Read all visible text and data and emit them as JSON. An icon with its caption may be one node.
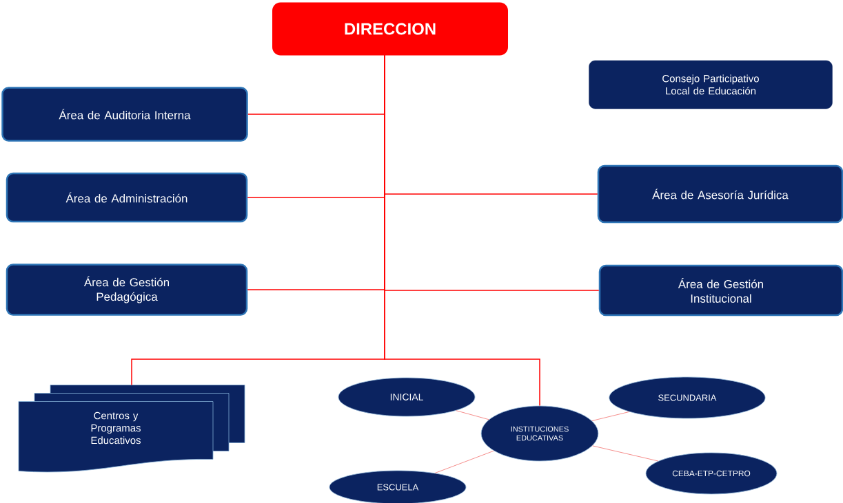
{
  "diagram": {
    "nodes": [
      {
        "text": [
          "DIRECCION"
        ]
      },
      {
        "text": [
          "Consejo Participativo Local de Educación"
        ]
      },
      {
        "text": [
          "Área de Auditoria Interna"
        ]
      },
      {
        "text": [
          "Área de Administración"
        ]
      },
      {
        "text": [
          "Área de Asesoría Jurídica"
        ]
      },
      {
        "text": [
          "Área de Gestión Pedagógica"
        ]
      },
      {
        "text": [
          "Área de Gestión Institucional"
        ]
      },
      {
        "text": [
          "Centros y Programas Educativos"
        ]
      },
      {
        "text": [
          "INSTITUCIONES EDUCATIVAS"
        ]
      },
      {
        "text": [
          "INICIAL"
        ]
      },
      {
        "text": [
          "SECUNDARIA"
        ]
      },
      {
        "text": [
          "CEBA-ETP-CETPRO"
        ]
      },
      {
        "text": [
          "ESCUELA"
        ]
      }
    ],
    "edges": [
      {
        "from": 0,
        "to": 2,
        "arrow": "none"
      },
      {
        "from": 0,
        "to": 3,
        "arrow": "none"
      },
      {
        "from": 0,
        "to": 4,
        "arrow": "none"
      },
      {
        "from": 0,
        "to": 5,
        "arrow": "none"
      },
      {
        "from": 0,
        "to": 6,
        "arrow": "none"
      },
      {
        "from": 0,
        "to": 7,
        "arrow": "none"
      },
      {
        "from": 0,
        "to": 8,
        "arrow": "none"
      },
      {
        "from": 8,
        "to": 9,
        "arrow": "none",
        "color": "#f4817f"
      },
      {
        "from": 8,
        "to": 10,
        "arrow": "none",
        "color": "#f4817f"
      },
      {
        "from": 8,
        "to": 11,
        "arrow": "none",
        "color": "#f4817f"
      },
      {
        "from": 8,
        "to": 12,
        "arrow": "none",
        "color": "#f4817f"
      }
    ]
  }
}
